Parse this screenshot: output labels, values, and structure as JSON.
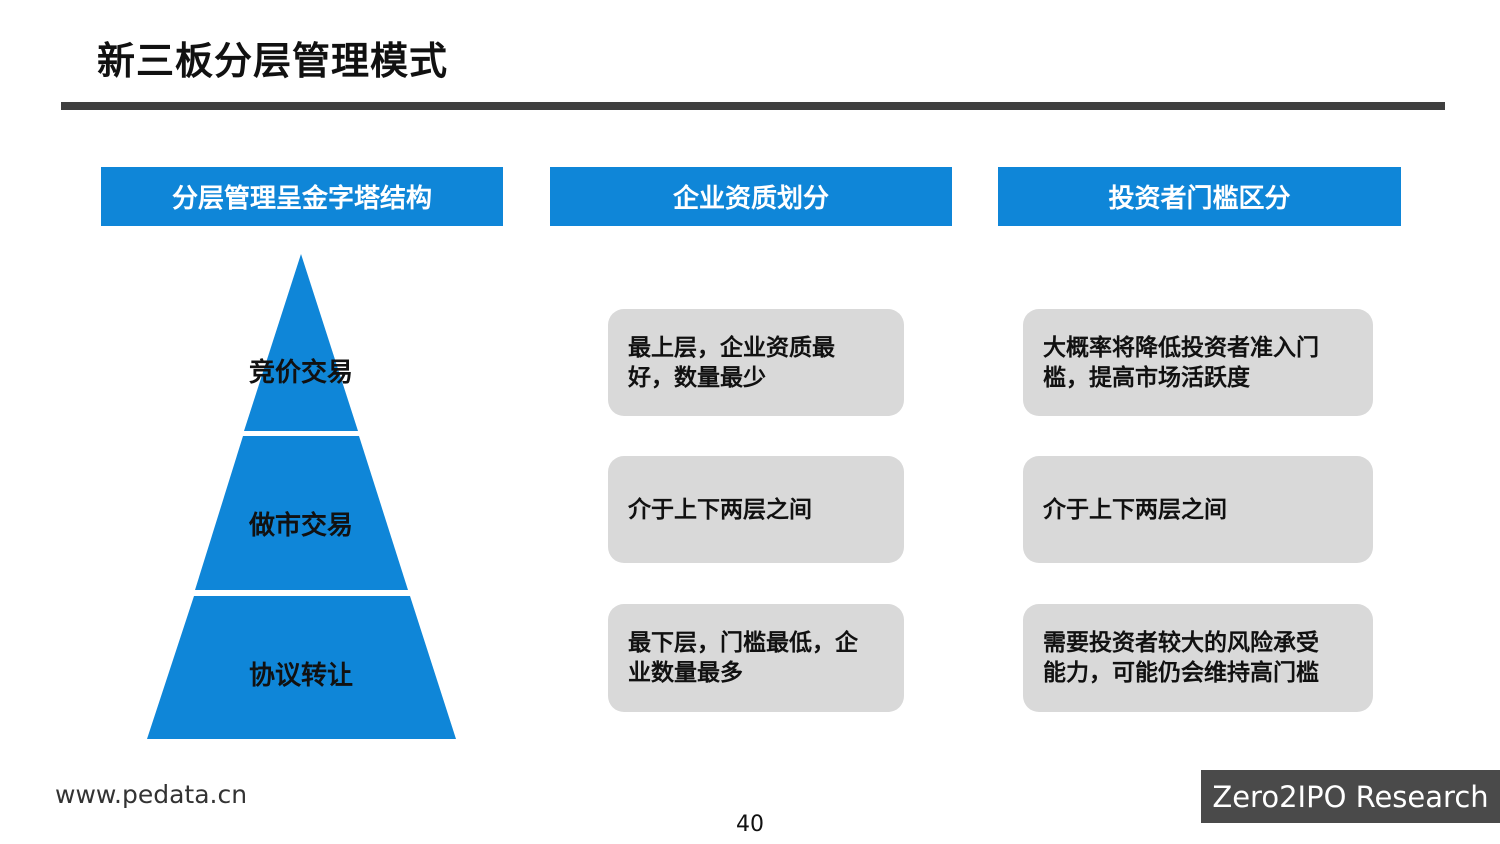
{
  "title": "新三板分层管理模式",
  "columns": [
    {
      "header": "分层管理呈金字塔结构"
    },
    {
      "header": "企业资质划分"
    },
    {
      "header": "投资者门槛区分"
    }
  ],
  "tiers": [
    {
      "label": "竞价交易"
    },
    {
      "label": "做市交易"
    },
    {
      "label": "协议转让"
    }
  ],
  "enterprise_boxes": [
    {
      "line1": "最上层，企业资质最",
      "line2": "好，数量最少"
    },
    {
      "line1": "介于上下两层之间",
      "line2": ""
    },
    {
      "line1": "最下层，门槛最低，企",
      "line2": "业数量最多"
    }
  ],
  "investor_boxes": [
    {
      "line1": "大概率将降低投资者准入门",
      "line2": "槛，提高市场活跃度"
    },
    {
      "line1": "介于上下两层之间",
      "line2": ""
    },
    {
      "line1": "需要投资者较大的风险承受",
      "line2": "能力，可能仍会维持高门槛"
    }
  ],
  "footer": {
    "url": "www.pedata.cn",
    "page": "40",
    "brand": "Zero2IPO Research"
  },
  "colors": {
    "accent": "#0f86d8",
    "box": "#d9d9d9",
    "rule": "#3f3f3f",
    "brand_bg": "#4a4a4a"
  }
}
